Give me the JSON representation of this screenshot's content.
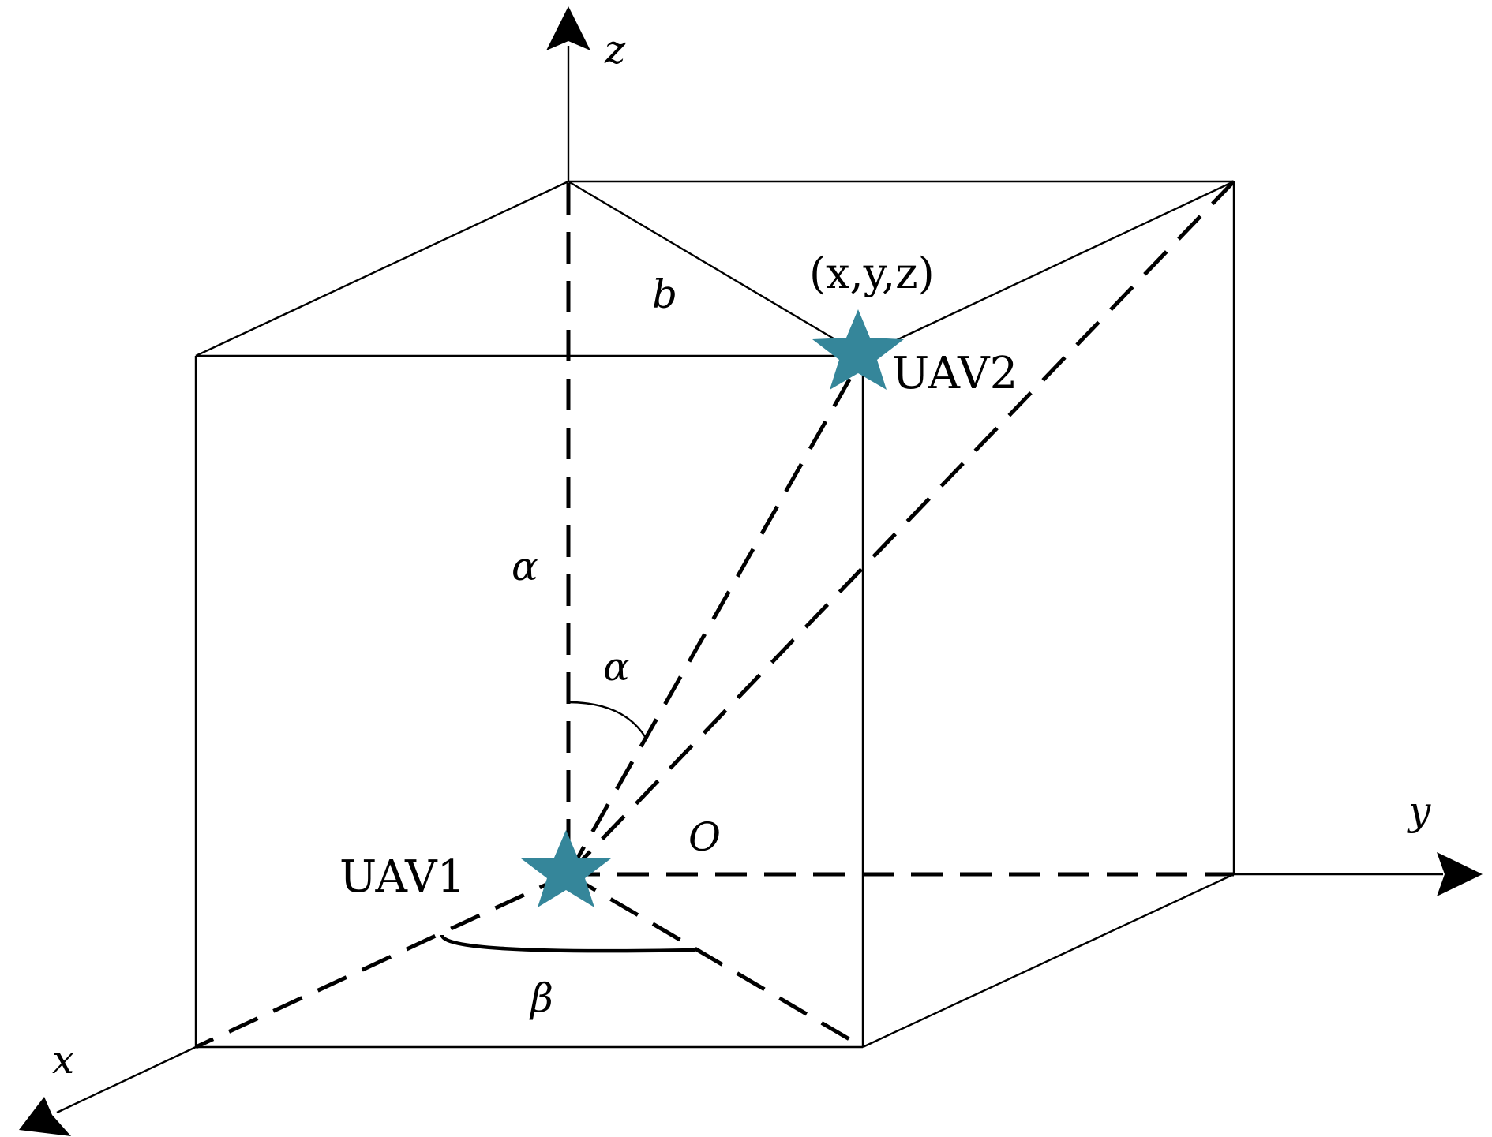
{
  "labels": {
    "axis_x": "x",
    "axis_y": "y",
    "axis_z": "z",
    "origin": "O",
    "edge_b": "b",
    "alpha_edge": "α",
    "alpha_angle": "α",
    "beta_angle": "β",
    "point": "(x,y,z)",
    "uav1": "UAV1",
    "uav2": "UAV2"
  },
  "colors": {
    "star": "#35869a",
    "line": "#000000"
  },
  "icons": {
    "uav1": "star-icon",
    "uav2": "star-icon"
  }
}
